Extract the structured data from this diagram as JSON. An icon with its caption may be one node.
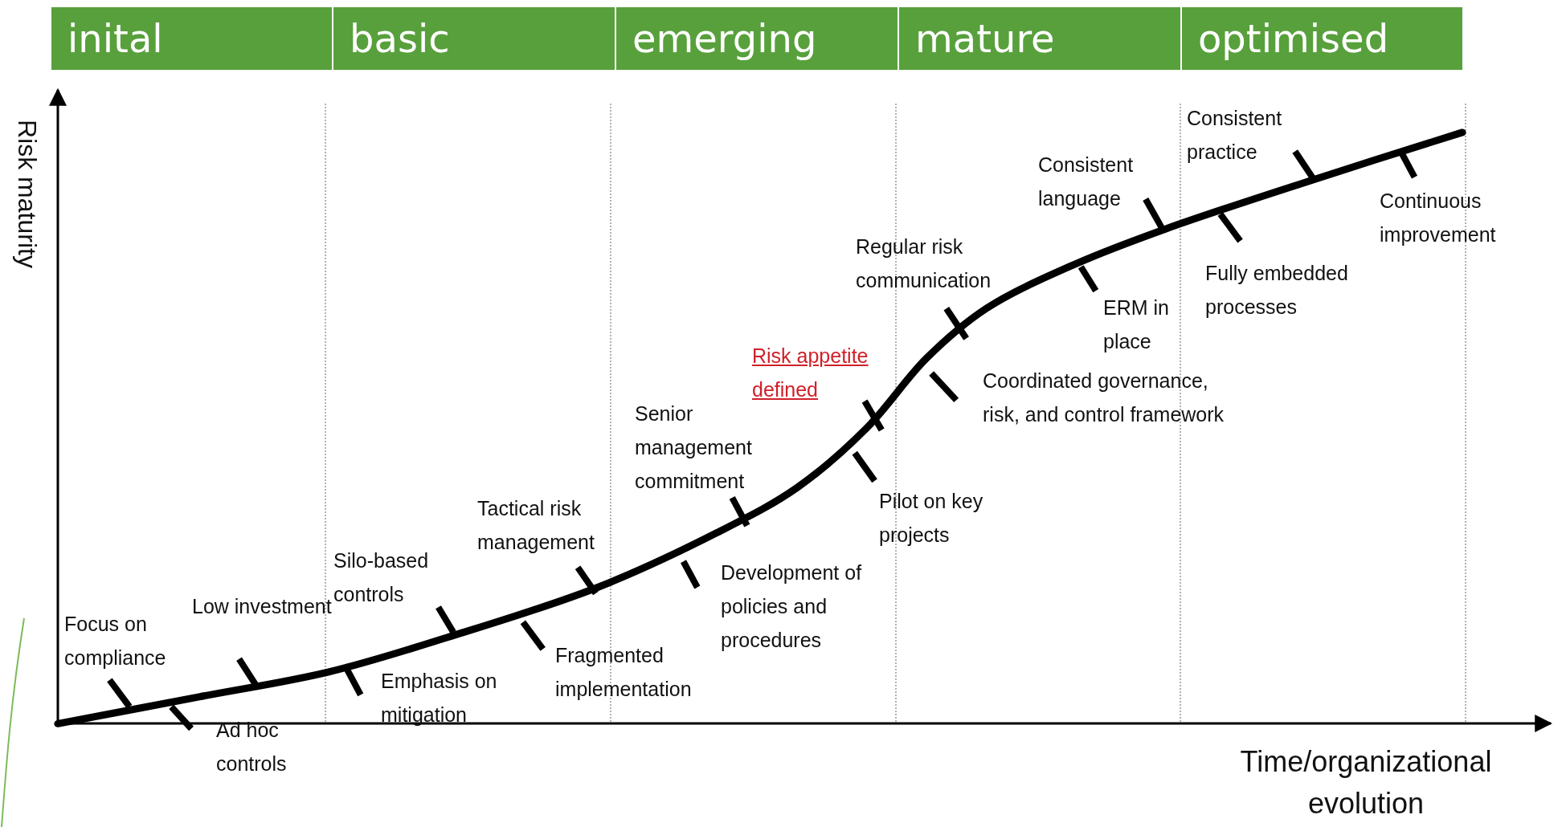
{
  "diagram": {
    "nodes": [
      {
        "text": [
          "inital"
        ]
      },
      {
        "text": [
          "basic"
        ]
      },
      {
        "text": [
          "emerging"
        ]
      },
      {
        "text": [
          "mature"
        ]
      },
      {
        "text": [
          "optimised"
        ]
      }
    ],
    "labels": [
      "Risk maturity",
      "Focus on compliance",
      "Low investment",
      "Ad hoc controls",
      "Silo-based controls",
      "Emphasis on mitigation",
      "Tactical risk management",
      "Fragmented implementation",
      "Senior management commitment",
      "Development of policies and procedures",
      "Risk appetite defined",
      "Pilot on key projects",
      "Regular risk communication",
      "Coordinated governance, risk, and control framework",
      "ERM in place",
      "Consistent language",
      "Consistent practice",
      "Fully embedded processes",
      "Continuous improvement",
      "Time/organizational evolution"
    ]
  }
}
